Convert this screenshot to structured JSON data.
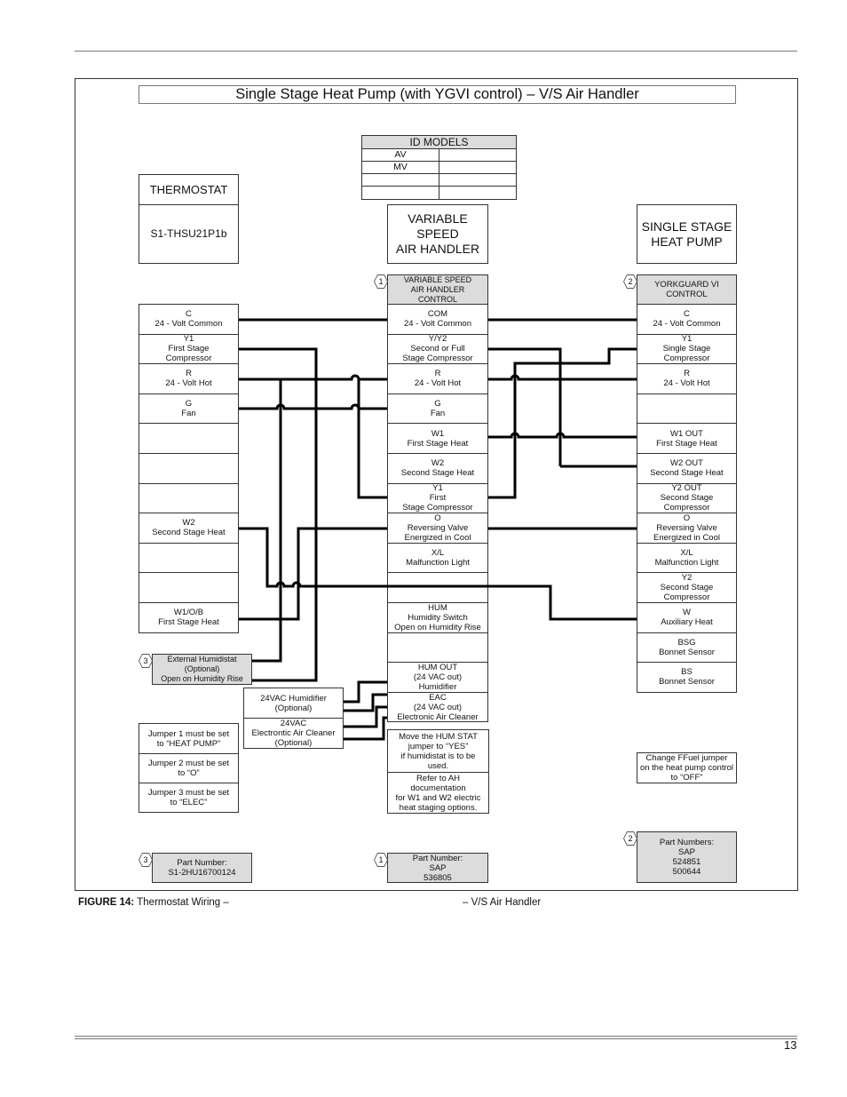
{
  "title": "Single Stage Heat Pump (with YGVI control) – V/S Air Handler",
  "id_models": {
    "header": "ID MODELS",
    "rows": [
      "AV",
      "MV",
      "",
      ""
    ]
  },
  "thermostat": {
    "title": "THERMOSTAT",
    "model": "S1-THSU21P1b",
    "terminals": [
      "C\n24 - Volt Common",
      "Y1\nFirst Stage\nCompressor",
      "R\n24 - Volt Hot",
      "G\nFan",
      "",
      "",
      "",
      "W2\nSecond Stage Heat",
      "",
      "",
      "W1/O/B\nFirst Stage Heat"
    ]
  },
  "air_handler": {
    "title": "VARIABLE\nSPEED\nAIR HANDLER",
    "control": "VARIABLE SPEED\nAIR HANDLER\nCONTROL",
    "terminals": [
      "COM\n24 - Volt Common",
      "Y/Y2\nSecond or Full\nStage Compressor",
      "R\n24 - Volt Hot",
      "G\nFan",
      "W1\nFirst Stage Heat",
      "W2\nSecond Stage Heat",
      "Y1\nFirst\nStage Compressor",
      "O\nReversing Valve\nEnergized in Cool",
      "X/L\nMalfunction Light",
      "",
      "HUM\nHumidity Switch\nOpen on Humidity Rise",
      "",
      "HUM OUT\n(24 VAC out)\nHumidifier",
      "EAC\n(24 VAC out)\nElectronic Air Cleaner"
    ],
    "notes": [
      "Move the HUM STAT\njumper to “YES”\nif humidistat is to be\nused.",
      "Refer to AH\ndocumentation\nfor W1 and W2 electric\nheat staging options."
    ]
  },
  "heat_pump": {
    "title": "SINGLE STAGE\nHEAT PUMP",
    "control": "YORKGUARD VI\nCONTROL",
    "terminals": [
      "C\n24 - Volt Common",
      "Y1\nSingle Stage\nCompressor",
      "R\n24 - Volt Hot",
      "",
      "W1 OUT\nFirst Stage Heat",
      "W2 OUT\nSecond Stage Heat",
      "Y2 OUT\nSecond Stage\nCompressor",
      "O\nReversing Valve\nEnergized in Cool",
      "X/L\nMalfunction Light",
      "Y2\nSecond Stage\nCompressor",
      "W\nAuxiliary Heat",
      "BSG\nBonnet Sensor",
      "BS\nBonnet Sensor"
    ],
    "note": "Change FFuel jumper\non the heat pump control\nto “OFF”"
  },
  "humidistat": "External Humidistat\n(Optional)\nOpen on Humidity Rise",
  "accessories": [
    "24VAC Humidifier\n(Optional)",
    "24VAC\nElectrontic Air Cleaner\n(Optional)"
  ],
  "jumpers": [
    "Jumper 1 must be set\nto “HEAT PUMP”",
    "Jumper 2 must be set\nto “O”",
    "Jumper 3 must be set\nto “ELEC”"
  ],
  "part_numbers": {
    "p3": "Part Number:\nS1-2HU16700124",
    "p1": "Part Number:\nSAP\n536805",
    "p2": "Part Numbers:\nSAP\n524851\n500644"
  },
  "hex_labels": {
    "a": "1",
    "b": "2",
    "c": "3"
  },
  "caption": {
    "label": "FIGURE 14:",
    "text": " Thermostat Wiring –",
    "text2": "– V/S Air Handler"
  },
  "page_number": "13"
}
